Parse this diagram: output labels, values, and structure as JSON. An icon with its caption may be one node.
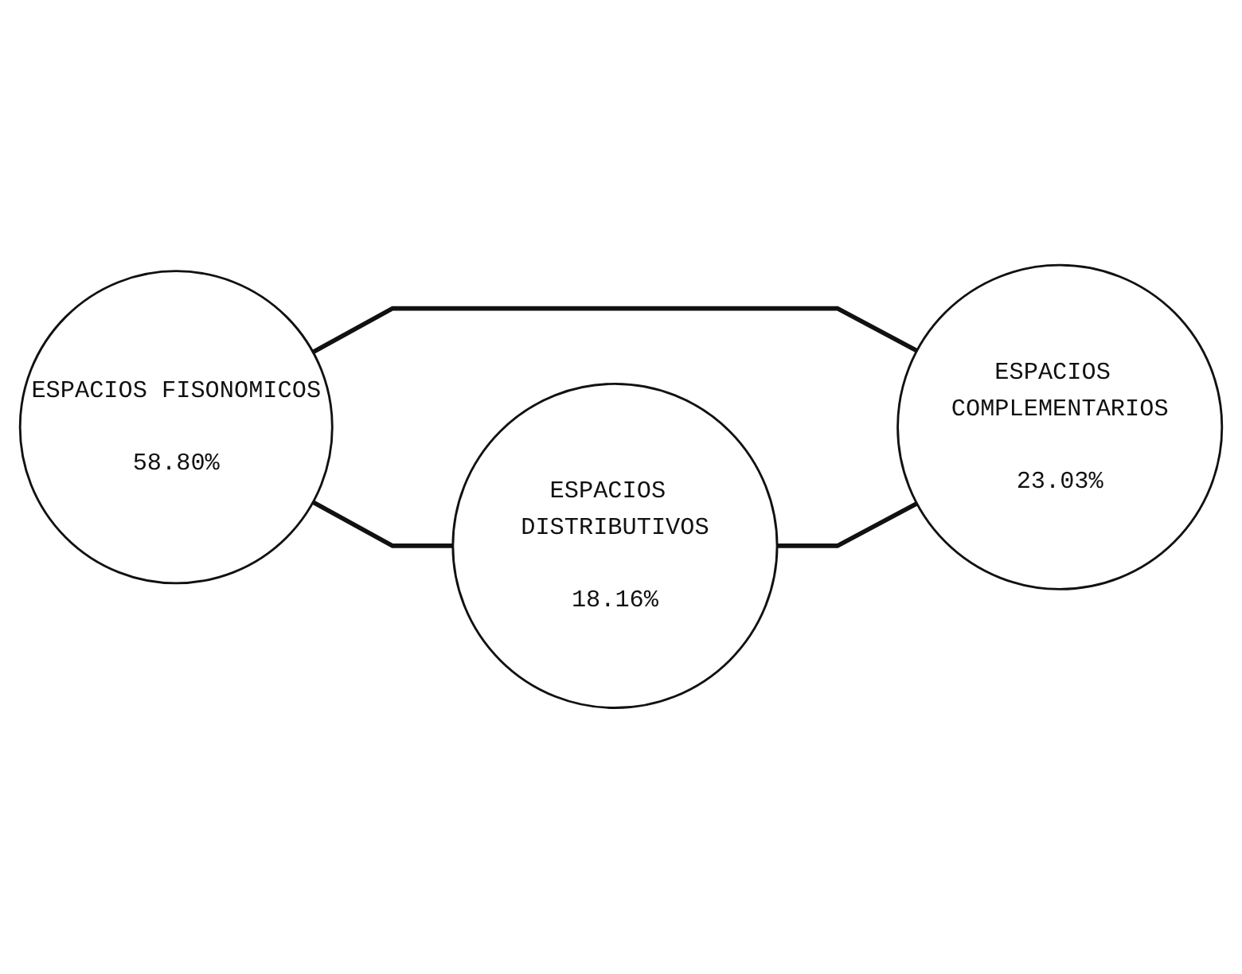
{
  "diagram": {
    "nodes": [
      {
        "text": [
          "ESPACIOS FISONOMICOS",
          "58.80%"
        ]
      },
      {
        "text": [
          "ESPACIOS DISTRIBUTIVOS",
          "18.16%"
        ]
      },
      {
        "text": [
          "ESPACIOS COMPLEMENTARIOS",
          "23.03%"
        ]
      }
    ],
    "edges": [
      {
        "from": 0,
        "to": 1,
        "arrow": "none"
      },
      {
        "from": 0,
        "to": 2,
        "arrow": "none"
      },
      {
        "from": 1,
        "to": 2,
        "arrow": "none"
      }
    ]
  }
}
